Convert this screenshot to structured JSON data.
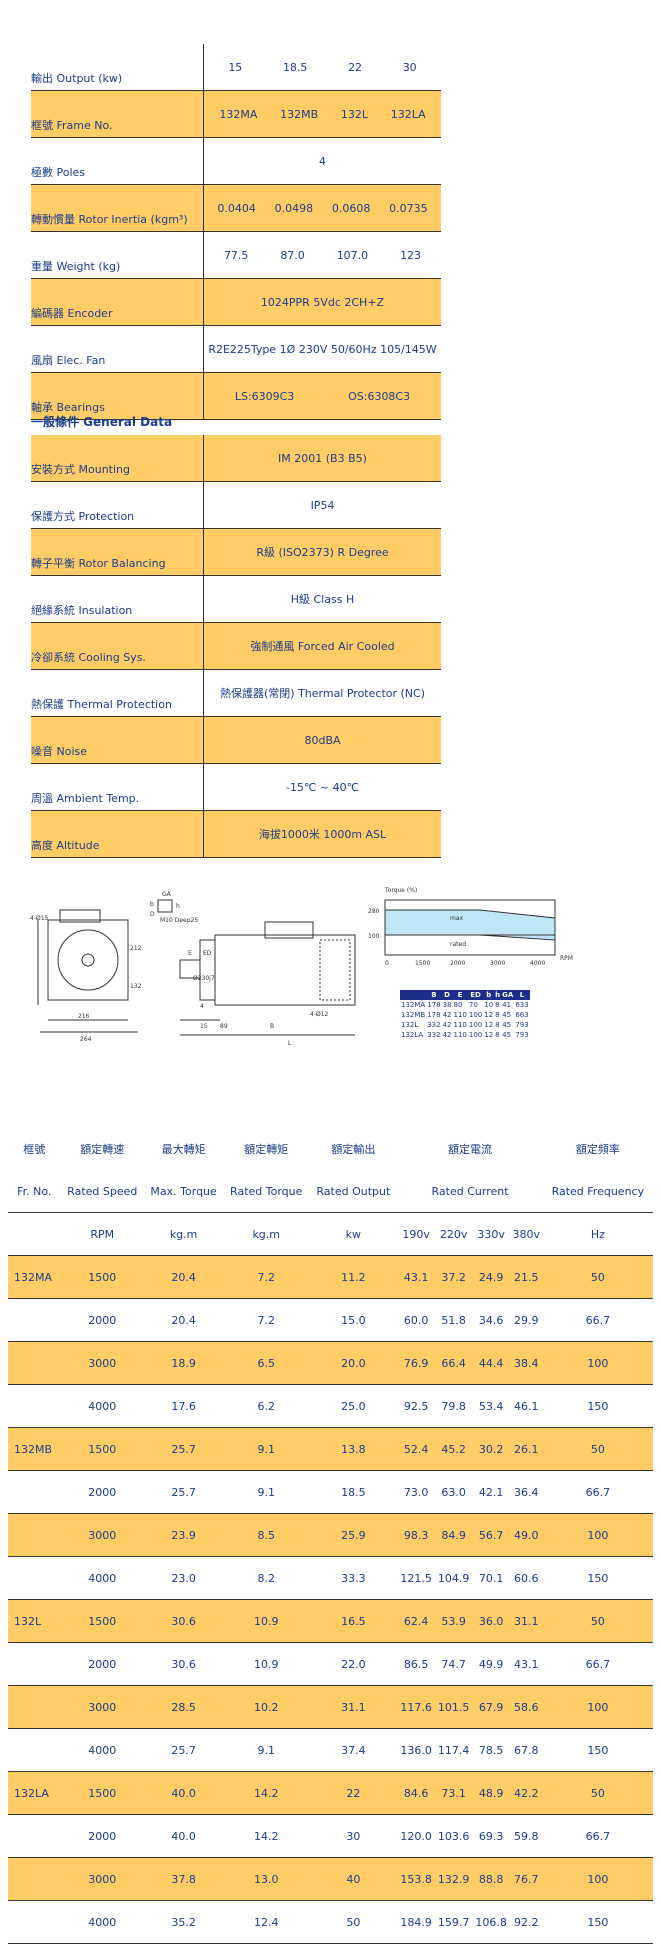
{
  "specs": [
    {
      "label": "輸出 Output (kw)",
      "values": [
        "15",
        "18.5",
        "22",
        "30"
      ]
    },
    {
      "label": "框號 Frame No.",
      "values": [
        "132MA",
        "132MB",
        "132L",
        "132LA"
      ]
    },
    {
      "label": "極數 Poles",
      "value": "4"
    },
    {
      "label": "轉動慣量 Rotor Inertia (kgm³)",
      "values": [
        "0.0404",
        "0.0498",
        "0.0608",
        "0.0735"
      ]
    },
    {
      "label": "重量 Weight (kg)",
      "values": [
        "77.5",
        "87.0",
        "107.0",
        "123"
      ]
    },
    {
      "label": "編碼器 Encoder",
      "value": "1024PPR 5Vdc 2CH+Z"
    },
    {
      "label": "風扇 Elec. Fan",
      "value": "R2E225Type 1Ø 230V 50/60Hz 105/145W"
    },
    {
      "label": "軸承 Bearings",
      "values": [
        "LS:6309C3",
        "OS:6308C3"
      ]
    }
  ],
  "general_title": "一般條件 General Data",
  "general": [
    {
      "label": "安裝方式 Mounting",
      "value": "IM 2001 (B3  B5)"
    },
    {
      "label": "保護方式 Protection",
      "value": "IP54"
    },
    {
      "label": "轉子平衡 Rotor Balancing",
      "value": "R級 (ISO2373)  R Degree"
    },
    {
      "label": "絕緣系統 Insulation",
      "value": "H級  Class H"
    },
    {
      "label": "冷卻系統 Cooling Sys.",
      "value": "強制通風  Forced Air Cooled"
    },
    {
      "label": "熱保護 Thermal Protection",
      "value": "熱保護器(常閉)  Thermal Protector (NC)"
    },
    {
      "label": "噪音 Noise",
      "value": "80dBA"
    },
    {
      "label": "周溫 Ambient Temp.",
      "value": "-15℃ ~ 40℃"
    },
    {
      "label": "高度 Altitude",
      "value": "海拔1000米  1000m ASL"
    }
  ],
  "drawing": {
    "labels": {
      "d1": "4-Ø15",
      "d2": "212",
      "d3": "132",
      "d4": "216",
      "d5": "264",
      "d6": "GA",
      "d7": "M10 Deep25",
      "d8": "Ø230j7",
      "d9": "E",
      "d10": "ED",
      "d11": "4",
      "d12": "15",
      "d13": "89",
      "d14": "B",
      "d15": "4-Ø12",
      "d16": "L",
      "d17": "b",
      "d18": "h",
      "d19": "D"
    },
    "torque_chart": {
      "ylabel": "Torque (%)",
      "y1": "280",
      "y2": "100",
      "max": "max",
      "rated": "rated",
      "xlabel": "RPM",
      "x": [
        "0",
        "1500",
        "2000",
        "3000",
        "4000"
      ]
    },
    "dim_table": {
      "headers": [
        "",
        "B",
        "D",
        "E",
        "ED",
        "b",
        "h",
        "GA",
        "L"
      ],
      "rows": [
        [
          "132MA",
          "178",
          "38",
          "80",
          "70",
          "10",
          "8",
          "41",
          "633"
        ],
        [
          "132MB",
          "178",
          "42",
          "110",
          "100",
          "12",
          "8",
          "45",
          "663"
        ],
        [
          "132L",
          "332",
          "42",
          "110",
          "100",
          "12",
          "8",
          "45",
          "793"
        ],
        [
          "132LA",
          "332",
          "42",
          "110",
          "100",
          "12",
          "8",
          "45",
          "793"
        ]
      ]
    }
  },
  "perf": {
    "head_zh": [
      "框號",
      "額定轉速",
      "最大轉矩",
      "額定轉矩",
      "額定輸出",
      "額定電流",
      "額定頻率"
    ],
    "head_en": [
      "Fr. No.",
      "Rated Speed",
      "Max. Torque",
      "Rated Torque",
      "Rated Output",
      "Rated Current",
      "Rated Frequency"
    ],
    "units": [
      "RPM",
      "kg.m",
      "kg.m",
      "kw",
      "190v",
      "220v",
      "330v",
      "380v",
      "Hz"
    ],
    "rows": [
      [
        "132MA",
        "1500",
        "20.4",
        "7.2",
        "11.2",
        "43.1",
        "37.2",
        "24.9",
        "21.5",
        "50"
      ],
      [
        "",
        "2000",
        "20.4",
        "7.2",
        "15.0",
        "60.0",
        "51.8",
        "34.6",
        "29.9",
        "66.7"
      ],
      [
        "",
        "3000",
        "18.9",
        "6.5",
        "20.0",
        "76.9",
        "66.4",
        "44.4",
        "38.4",
        "100"
      ],
      [
        "",
        "4000",
        "17.6",
        "6.2",
        "25.0",
        "92.5",
        "79.8",
        "53.4",
        "46.1",
        "150"
      ],
      [
        "132MB",
        "1500",
        "25.7",
        "9.1",
        "13.8",
        "52.4",
        "45.2",
        "30.2",
        "26.1",
        "50"
      ],
      [
        "",
        "2000",
        "25.7",
        "9.1",
        "18.5",
        "73.0",
        "63.0",
        "42.1",
        "36.4",
        "66.7"
      ],
      [
        "",
        "3000",
        "23.9",
        "8.5",
        "25.9",
        "98.3",
        "84.9",
        "56.7",
        "49.0",
        "100"
      ],
      [
        "",
        "4000",
        "23.0",
        "8.2",
        "33.3",
        "121.5",
        "104.9",
        "70.1",
        "60.6",
        "150"
      ],
      [
        "132L",
        "1500",
        "30.6",
        "10.9",
        "16.5",
        "62.4",
        "53.9",
        "36.0",
        "31.1",
        "50"
      ],
      [
        "",
        "2000",
        "30.6",
        "10.9",
        "22.0",
        "86.5",
        "74.7",
        "49.9",
        "43.1",
        "66.7"
      ],
      [
        "",
        "3000",
        "28.5",
        "10.2",
        "31.1",
        "117.6",
        "101.5",
        "67.9",
        "58.6",
        "100"
      ],
      [
        "",
        "4000",
        "25.7",
        "9.1",
        "37.4",
        "136.0",
        "117.4",
        "78.5",
        "67.8",
        "150"
      ],
      [
        "132LA",
        "1500",
        "40.0",
        "14.2",
        "22",
        "84.6",
        "73.1",
        "48.9",
        "42.2",
        "50"
      ],
      [
        "",
        "2000",
        "40.0",
        "14.2",
        "30",
        "120.0",
        "103.6",
        "69.3",
        "59.8",
        "66.7"
      ],
      [
        "",
        "3000",
        "37.8",
        "13.0",
        "40",
        "153.8",
        "132.9",
        "88.8",
        "76.7",
        "100"
      ],
      [
        "",
        "4000",
        "35.2",
        "12.4",
        "50",
        "184.9",
        "159.7",
        "106.8",
        "92.2",
        "150"
      ]
    ]
  }
}
